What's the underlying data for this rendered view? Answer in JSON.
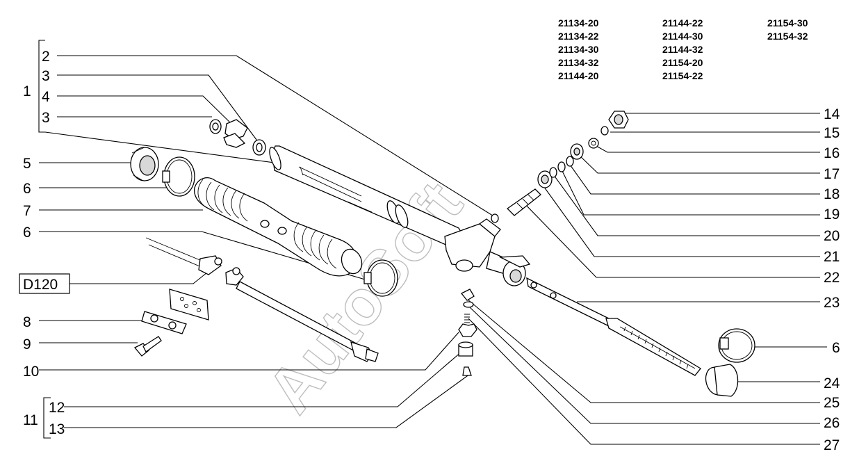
{
  "watermark": "AutoSoft",
  "model_codes": {
    "col1": [
      "21134-20",
      "21134-22",
      "21134-30",
      "21134-32",
      "21144-20"
    ],
    "col2": [
      "21144-22",
      "21144-30",
      "21144-32",
      "21154-20",
      "21154-22"
    ],
    "col3": [
      "21154-30",
      "21154-32"
    ]
  },
  "callouts_left": [
    "1",
    "2",
    "3",
    "4",
    "3",
    "5",
    "6",
    "7",
    "6",
    "8",
    "9",
    "10",
    "11",
    "12",
    "13"
  ],
  "callouts_right": [
    "14",
    "15",
    "16",
    "17",
    "18",
    "19",
    "20",
    "21",
    "22",
    "23",
    "6",
    "24",
    "25",
    "26",
    "27"
  ],
  "ref_box": "D120"
}
